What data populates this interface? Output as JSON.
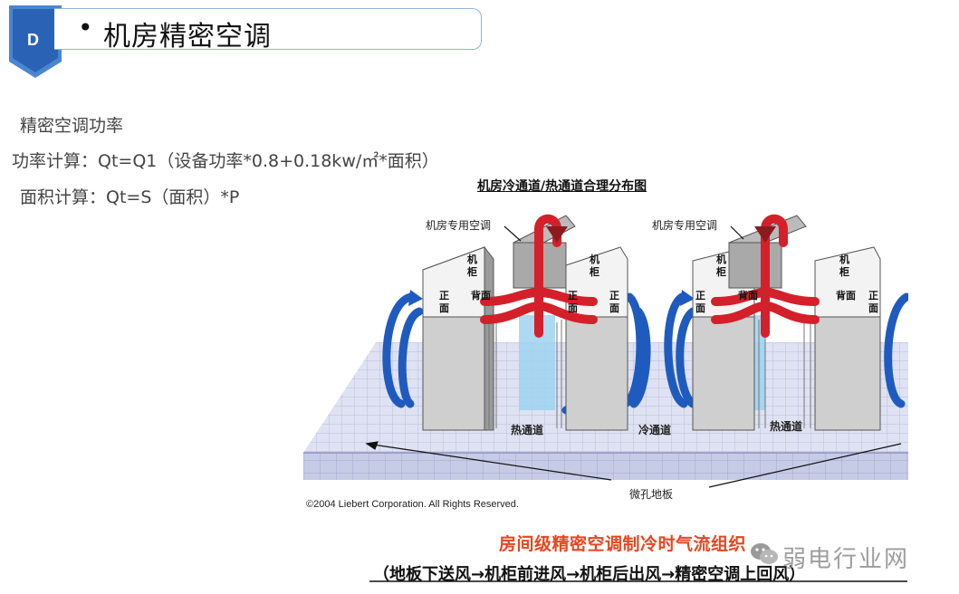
{
  "header": {
    "badge_letter": "D",
    "bullet": "•",
    "title": "机房精密空调"
  },
  "body": {
    "lines": [
      "精密空调功率",
      "功率计算：Qt=Q1（设备功率*0.8+0.18kw/㎡*面积）",
      "面积计算：Qt=S（面积）*P"
    ]
  },
  "diagram": {
    "title": "机房冷通道/热通道合理分布图",
    "ac_label": "机房专用空调",
    "cabinet_label": "机柜",
    "front_label": "正面",
    "back_label": "背面",
    "hot_aisle": "热通道",
    "cold_aisle": "冷通道",
    "floor_label": "微孔地板",
    "copyright": "©2004 Liebert Corporation. All Rights Reserved.",
    "colors": {
      "cold_air": "#1f5bbf",
      "hot_air": "#d4202a",
      "floor": "#c9cde8",
      "cabinet": "#d8d8d8"
    }
  },
  "caption": {
    "red": "房间级精密空调制冷时气流组织",
    "flow": "（地板下送风→机柜前进风→机柜后出风→精密空调上回风）"
  },
  "watermark": {
    "icon": "wechat-icon",
    "text": "弱电行业网"
  }
}
